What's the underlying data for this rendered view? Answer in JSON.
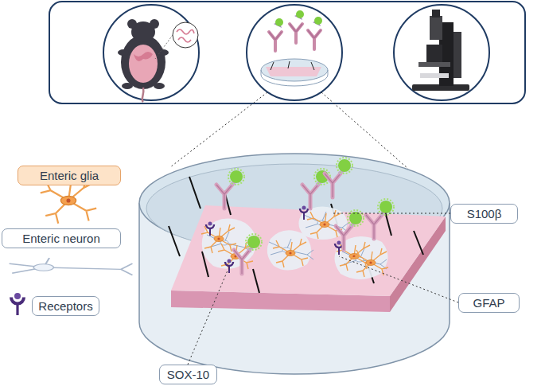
{
  "diagram": {
    "nodes": [
      {
        "text": [
          "Enteric glia"
        ]
      },
      {
        "text": [
          "S100β"
        ]
      },
      {
        "text": [
          "Enteric neuron"
        ]
      },
      {
        "text": [
          "GFAP"
        ]
      },
      {
        "text": [
          "Receptors"
        ]
      },
      {
        "text": [
          "SOX-10"
        ]
      }
    ]
  }
}
